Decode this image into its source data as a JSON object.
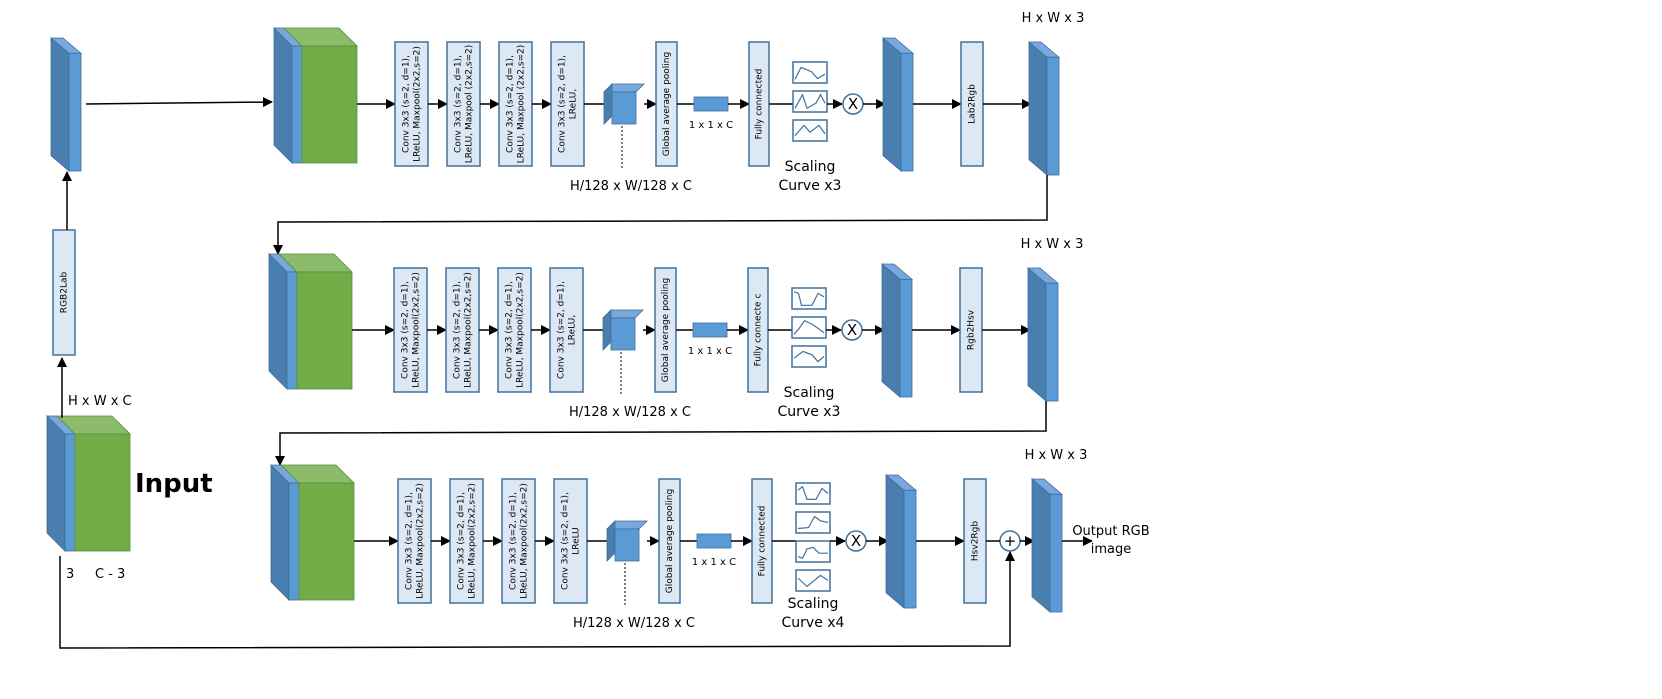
{
  "diagram": {
    "input": {
      "label": "Input",
      "dims": "H x W x C",
      "split_left": "3",
      "split_right": "C - 3",
      "colors": {
        "blue_front": "#5b9bd5",
        "blue_side": "#4a7eae",
        "blue_top": "#79a9dc",
        "green_front": "#70ad47",
        "green_top": "#8dbb6c",
        "input_label": "#e8212a"
      }
    },
    "rgb2lab": "RGB2Lab",
    "stages": [
      {
        "id": "lab",
        "convs": [
          [
            "Conv 3x3 (s=2, d=1),",
            "LReLU, Maxpool(2x2,s=2)"
          ],
          [
            "Conv 3x3 (s=2, d=1),",
            "LReLU, Maxpool (2x2,s=2)"
          ],
          [
            "Conv 3x3 (s=2, d=1),",
            "LReLU, Maxpool (2x2,s=2)"
          ],
          [
            "Conv 3x3 (s=2, d=1),",
            "LReLU,"
          ]
        ],
        "feature_dims": "H/128 x W/128 x C",
        "gap": "Global average pooling",
        "vector_dims": "1 x 1 x C",
        "fc": "Fully connected",
        "scaling_line1": "Scaling",
        "scaling_line2": "Curve x3",
        "curve_count": 3,
        "multiply": "X",
        "convert": "Lab2Rgb",
        "output_dims": "H x W x 3"
      },
      {
        "id": "rgb",
        "convs": [
          [
            "Conv 3x3 (s=2, d=1),",
            "LReLU, Maxpool(2x2,s=2)"
          ],
          [
            "Conv 3x3 (s=2, d=1),",
            "LReLU, Maxpool(2x2,s=2)"
          ],
          [
            "Conv 3x3 (s=2, d=1),",
            "LReLU, Maxpool(2x2,s=2)"
          ],
          [
            "Conv 3x3 (s=2, d=1),",
            "LReLU,"
          ]
        ],
        "feature_dims": "H/128 x W/128 x C",
        "gap": "Global average pooling",
        "vector_dims": "1 x 1 x C",
        "fc": "Fully connecte c",
        "scaling_line1": "Scaling",
        "scaling_line2": "Curve x3",
        "curve_count": 3,
        "multiply": "X",
        "convert": "Rgb2Hsv",
        "output_dims": "H x W x 3"
      },
      {
        "id": "hsv",
        "convs": [
          [
            "Conv 3x3 (s=2, d=1),",
            "LReLU, Maxpool(2x2,s=2)"
          ],
          [
            "Conv 3x3 (s=2, d=1),",
            "LReLU, Maxpool(2x2,s=2)"
          ],
          [
            "Conv 3x3 (s=2, d=1),",
            "LReLU, Maxpool(2x2,s=2)"
          ],
          [
            "Conv 3x3 (s=2, d=1),",
            "LReLU"
          ]
        ],
        "feature_dims": "H/128 x W/128 x C",
        "gap": "Global average pooling",
        "vector_dims": "1 x 1 x C",
        "fc": "Fully connected",
        "scaling_line1": "Scaling",
        "scaling_line2": "Curve x4",
        "curve_count": 4,
        "multiply": "X",
        "convert": "Hsv2Rgb",
        "add": "+",
        "output_dims": "H x W x 3"
      }
    ],
    "output_line1": "Output RGB",
    "output_line2": "image"
  }
}
